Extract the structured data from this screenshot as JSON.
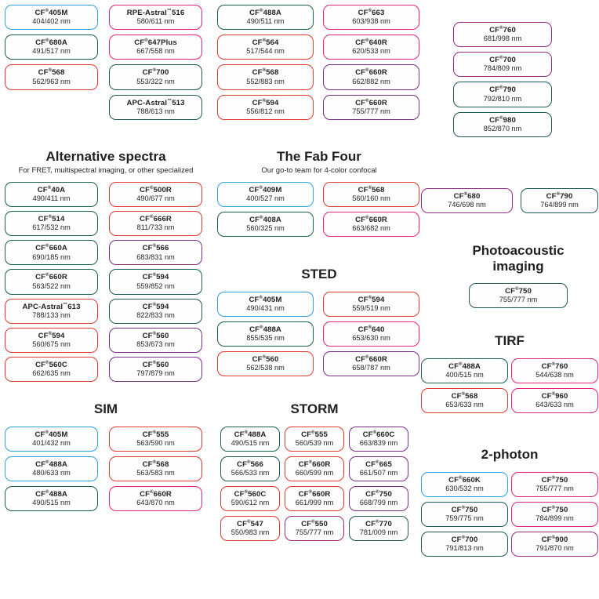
{
  "colors": {
    "blue": "#2BA3DD",
    "green": "#1B6348",
    "red": "#E23A2E",
    "magenta": "#E8217E",
    "purple": "#7B2D8E",
    "teal": "#1D5B57",
    "plum": "#9C2B83"
  },
  "sections": [
    {
      "id": "top-left",
      "title": "",
      "subtitle": "",
      "columns": 2,
      "items": [
        {
          "name": "CF®405M",
          "value": "404/402 nm",
          "color": "blue"
        },
        {
          "name": "RPE-Astral™516",
          "value": "580/611 nm",
          "color": "magenta"
        },
        {
          "name": "CF®680A",
          "value": "491/517 nm",
          "color": "green"
        },
        {
          "name": "CF®647Plus",
          "value": "667/558 nm",
          "color": "magenta"
        },
        {
          "name": "CF®568",
          "value": "562/963 nm",
          "color": "red"
        },
        {
          "name": "CF®700",
          "value": "553/322 nm",
          "color": "teal"
        },
        {
          "name": "",
          "value": "",
          "color": "none"
        },
        {
          "name": "APC-Astral™513",
          "value": "788/613 nm",
          "color": "teal"
        }
      ]
    },
    {
      "id": "top-center",
      "title": "",
      "subtitle": "",
      "columns": 2,
      "items": [
        {
          "name": "CF®488A",
          "value": "490/511 nm",
          "color": "green"
        },
        {
          "name": "CF®663",
          "value": "603/938 nm",
          "color": "magenta"
        },
        {
          "name": "CF®564",
          "value": "517/544 nm",
          "color": "red"
        },
        {
          "name": "CF®640R",
          "value": "620/533 nm",
          "color": "magenta"
        },
        {
          "name": "CF®568",
          "value": "552/883 nm",
          "color": "red"
        },
        {
          "name": "CF®660R",
          "value": "662/882 nm",
          "color": "purple"
        },
        {
          "name": "CF®594",
          "value": "556/812 nm",
          "color": "red"
        },
        {
          "name": "CF®660R",
          "value": "755/777 nm",
          "color": "purple"
        }
      ]
    },
    {
      "id": "top-right",
      "title": "",
      "subtitle": "",
      "columns": 1,
      "items": [
        {
          "name": "CF®760",
          "value": "681/998 nm",
          "color": "plum"
        },
        {
          "name": "CF®700",
          "value": "784/809 nm",
          "color": "plum"
        },
        {
          "name": "CF®790",
          "value": "792/810 nm",
          "color": "teal"
        },
        {
          "name": "CF®980",
          "value": "852/870 nm",
          "color": "teal"
        }
      ]
    },
    {
      "id": "alternative-spectra",
      "title": "Alternative spectra",
      "subtitle": "For FRET, multispectral imaging, or other specialized",
      "columns": 2,
      "items": [
        {
          "name": "CF®40A",
          "value": "490/411 nm",
          "color": "green"
        },
        {
          "name": "CF®500R",
          "value": "490/677 nm",
          "color": "red"
        },
        {
          "name": "CF®514",
          "value": "617/532 nm",
          "color": "green"
        },
        {
          "name": "CF®666R",
          "value": "811/733 nm",
          "color": "red"
        },
        {
          "name": "CF®660A",
          "value": "690/185 nm",
          "color": "green"
        },
        {
          "name": "CF®566",
          "value": "683/831 nm",
          "color": "purple"
        },
        {
          "name": "CF®660R",
          "value": "563/522 nm",
          "color": "green"
        },
        {
          "name": "CF®594",
          "value": "559/852 nm",
          "color": "teal"
        },
        {
          "name": "APC-Astral™613",
          "value": "788/133 nm",
          "color": "red"
        },
        {
          "name": "CF®594",
          "value": "822/833 nm",
          "color": "teal"
        },
        {
          "name": "CF®594",
          "value": "560/675 nm",
          "color": "red"
        },
        {
          "name": "CF®560",
          "value": "853/673 nm",
          "color": "purple"
        },
        {
          "name": "CF®560C",
          "value": "662/635 nm",
          "color": "red"
        },
        {
          "name": "CF®560",
          "value": "797/879 nm",
          "color": "purple"
        }
      ]
    },
    {
      "id": "fab-four",
      "title": "The Fab Four",
      "subtitle": "Our go-to team for 4-color confocal",
      "columns": 2,
      "items": [
        {
          "name": "CF®409M",
          "value": "400/527 nm",
          "color": "blue"
        },
        {
          "name": "CF®568",
          "value": "560/160 nm",
          "color": "red"
        },
        {
          "name": "CF®408A",
          "value": "560/325 nm",
          "color": "green"
        },
        {
          "name": "CF®660R",
          "value": "663/682 nm",
          "color": "magenta"
        }
      ]
    },
    {
      "id": "sted",
      "title": "STED",
      "subtitle": "",
      "columns": 2,
      "items": [
        {
          "name": "CF®405M",
          "value": "490/431 nm",
          "color": "blue"
        },
        {
          "name": "CF®594",
          "value": "559/519 nm",
          "color": "red"
        },
        {
          "name": "CF®488A",
          "value": "855/535 nm",
          "color": "green"
        },
        {
          "name": "CF®640",
          "value": "653/630 nm",
          "color": "magenta"
        },
        {
          "name": "CF®560",
          "value": "562/538 nm",
          "color": "red"
        },
        {
          "name": "CF®660R",
          "value": "658/787 nm",
          "color": "purple"
        }
      ]
    },
    {
      "id": "mid-right-pair",
      "title": "",
      "subtitle": "",
      "columns": 2,
      "items": [
        {
          "name": "CF®680",
          "value": "746/698 nm",
          "color": "plum"
        },
        {
          "name": "CF®790",
          "value": "764/899 nm",
          "color": "teal"
        }
      ]
    },
    {
      "id": "photoacoustic",
      "title": "Photoacoustic imaging",
      "subtitle": "",
      "columns": 1,
      "items": [
        {
          "name": "CF®750",
          "value": "755/777 nm",
          "color": "teal"
        }
      ]
    },
    {
      "id": "tirf",
      "title": "TIRF",
      "subtitle": "",
      "columns": 2,
      "items": [
        {
          "name": "CF®488A",
          "value": "400/515 nm",
          "color": "green"
        },
        {
          "name": "CF®760",
          "value": "544/638 nm",
          "color": "magenta"
        },
        {
          "name": "CF®568",
          "value": "653/633 nm",
          "color": "red"
        },
        {
          "name": "CF®960",
          "value": "643/633 nm",
          "color": "magenta"
        }
      ]
    },
    {
      "id": "sim",
      "title": "SIM",
      "subtitle": "",
      "columns": 2,
      "items": [
        {
          "name": "CF®405M",
          "value": "401/432 nm",
          "color": "blue"
        },
        {
          "name": "CF®555",
          "value": "563/590 nm",
          "color": "red"
        },
        {
          "name": "CF®488A",
          "value": "480/633 nm",
          "color": "blue"
        },
        {
          "name": "CF®568",
          "value": "563/583 nm",
          "color": "red"
        },
        {
          "name": "CF®488A",
          "value": "490/515 nm",
          "color": "green"
        },
        {
          "name": "CF®660R",
          "value": "643/870 nm",
          "color": "magenta"
        }
      ]
    },
    {
      "id": "storm",
      "title": "STORM",
      "subtitle": "",
      "columns": 3,
      "items": [
        {
          "name": "CF®488A",
          "value": "490/515 nm",
          "color": "green"
        },
        {
          "name": "CF®555",
          "value": "560/539 nm",
          "color": "red"
        },
        {
          "name": "CF®660C",
          "value": "663/839 nm",
          "color": "purple"
        },
        {
          "name": "CF®566",
          "value": "566/533 nm",
          "color": "teal"
        },
        {
          "name": "CF®660R",
          "value": "660/599 nm",
          "color": "red"
        },
        {
          "name": "CF®665",
          "value": "661/507 nm",
          "color": "purple"
        },
        {
          "name": "CF®560C",
          "value": "590/612 nm",
          "color": "red"
        },
        {
          "name": "CF®660R",
          "value": "661/999 nm",
          "color": "red"
        },
        {
          "name": "CF®750",
          "value": "668/799 nm",
          "color": "purple"
        },
        {
          "name": "CF®547",
          "value": "550/983 nm",
          "color": "red"
        },
        {
          "name": "CF®550",
          "value": "755/777 nm",
          "color": "plum"
        },
        {
          "name": "CF®770",
          "value": "781/009 nm",
          "color": "teal"
        }
      ]
    },
    {
      "id": "two-photon",
      "title": "2-photon",
      "subtitle": "",
      "columns": 2,
      "items": [
        {
          "name": "CF®660K",
          "value": "630/532 nm",
          "color": "blue"
        },
        {
          "name": "CF®750",
          "value": "755/777 nm",
          "color": "magenta"
        },
        {
          "name": "CF®750",
          "value": "759/775 nm",
          "color": "teal"
        },
        {
          "name": "CF®750",
          "value": "784/899 nm",
          "color": "magenta"
        },
        {
          "name": "CF®700",
          "value": "791/813 nm",
          "color": "teal"
        },
        {
          "name": "CF®900",
          "value": "791/870 nm",
          "color": "plum"
        }
      ]
    }
  ]
}
